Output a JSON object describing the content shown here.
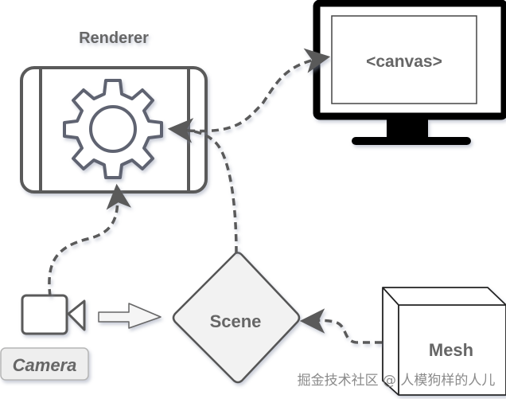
{
  "diagram": {
    "nodes": {
      "renderer": {
        "label": "Renderer",
        "icon": "gear-icon"
      },
      "canvas": {
        "label": "<canvas>",
        "icon": "monitor-icon"
      },
      "camera": {
        "label": "Camera",
        "icon": "video-camera-icon"
      },
      "scene": {
        "label": "Scene"
      },
      "mesh": {
        "label": "Mesh",
        "icon": "cube-icon"
      }
    },
    "edges": [
      {
        "from": "renderer",
        "to": "canvas",
        "style": "dashed"
      },
      {
        "from": "camera",
        "to": "renderer",
        "style": "dashed"
      },
      {
        "from": "scene",
        "to": "renderer",
        "style": "dashed"
      },
      {
        "from": "mesh",
        "to": "scene",
        "style": "dashed"
      },
      {
        "from": "camera",
        "to": "scene",
        "style": "block-arrow"
      }
    ],
    "watermark": "掘金技术社区 @ 人模狗样的人儿"
  },
  "colors": {
    "stroke": "#555555",
    "text": "#666666",
    "fill": "#f2f2f2"
  }
}
